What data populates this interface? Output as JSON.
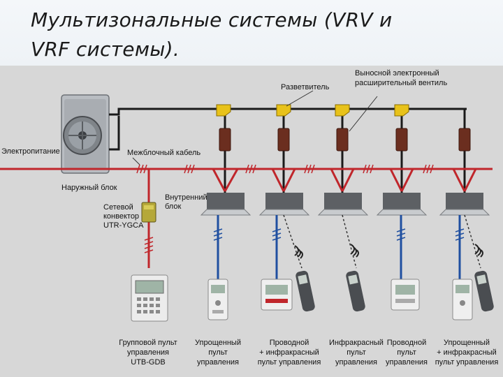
{
  "slide": {
    "title_line1": "Мультизональные системы (VRV и",
    "title_line2": "VRF системы)."
  },
  "diagram": {
    "label_power": "Электропитание",
    "label_outdoor": "Наружный блок",
    "label_interblock": "Межблочный кабель",
    "label_splitter": "Разветвитель",
    "label_exv_1": "Выносной электронный",
    "label_exv_2": "расширительный вентиль",
    "label_netconv_1": "Сетевой",
    "label_netconv_2": "конвектор",
    "label_netconv_3": "UTR-YGCA",
    "label_indoor_1": "Внутренний",
    "label_indoor_2": "блок",
    "controllers": [
      {
        "l1": "Групповой пульт",
        "l2": "управления",
        "l3": "UTB-GDB"
      },
      {
        "l1": "Упрощенный",
        "l2": "пульт",
        "l3": "управления"
      },
      {
        "l1": "Проводной",
        "l2": "+ инфракрасный",
        "l3": "пульт управления"
      },
      {
        "l1": "Инфракрасный",
        "l2": "пульт",
        "l3": "управления"
      },
      {
        "l1": "Проводной",
        "l2": "пульт",
        "l3": "управления"
      },
      {
        "l1": "Упрощенный",
        "l2": "+ инфракрасный",
        "l3": "пульт управления"
      }
    ]
  },
  "colors": {
    "pipe": "#1a1a1a",
    "power_cable": "#c0262b",
    "control_cable": "#1f4fa0",
    "splitter": "#e8c21a",
    "valve": "#6b2e1f"
  }
}
